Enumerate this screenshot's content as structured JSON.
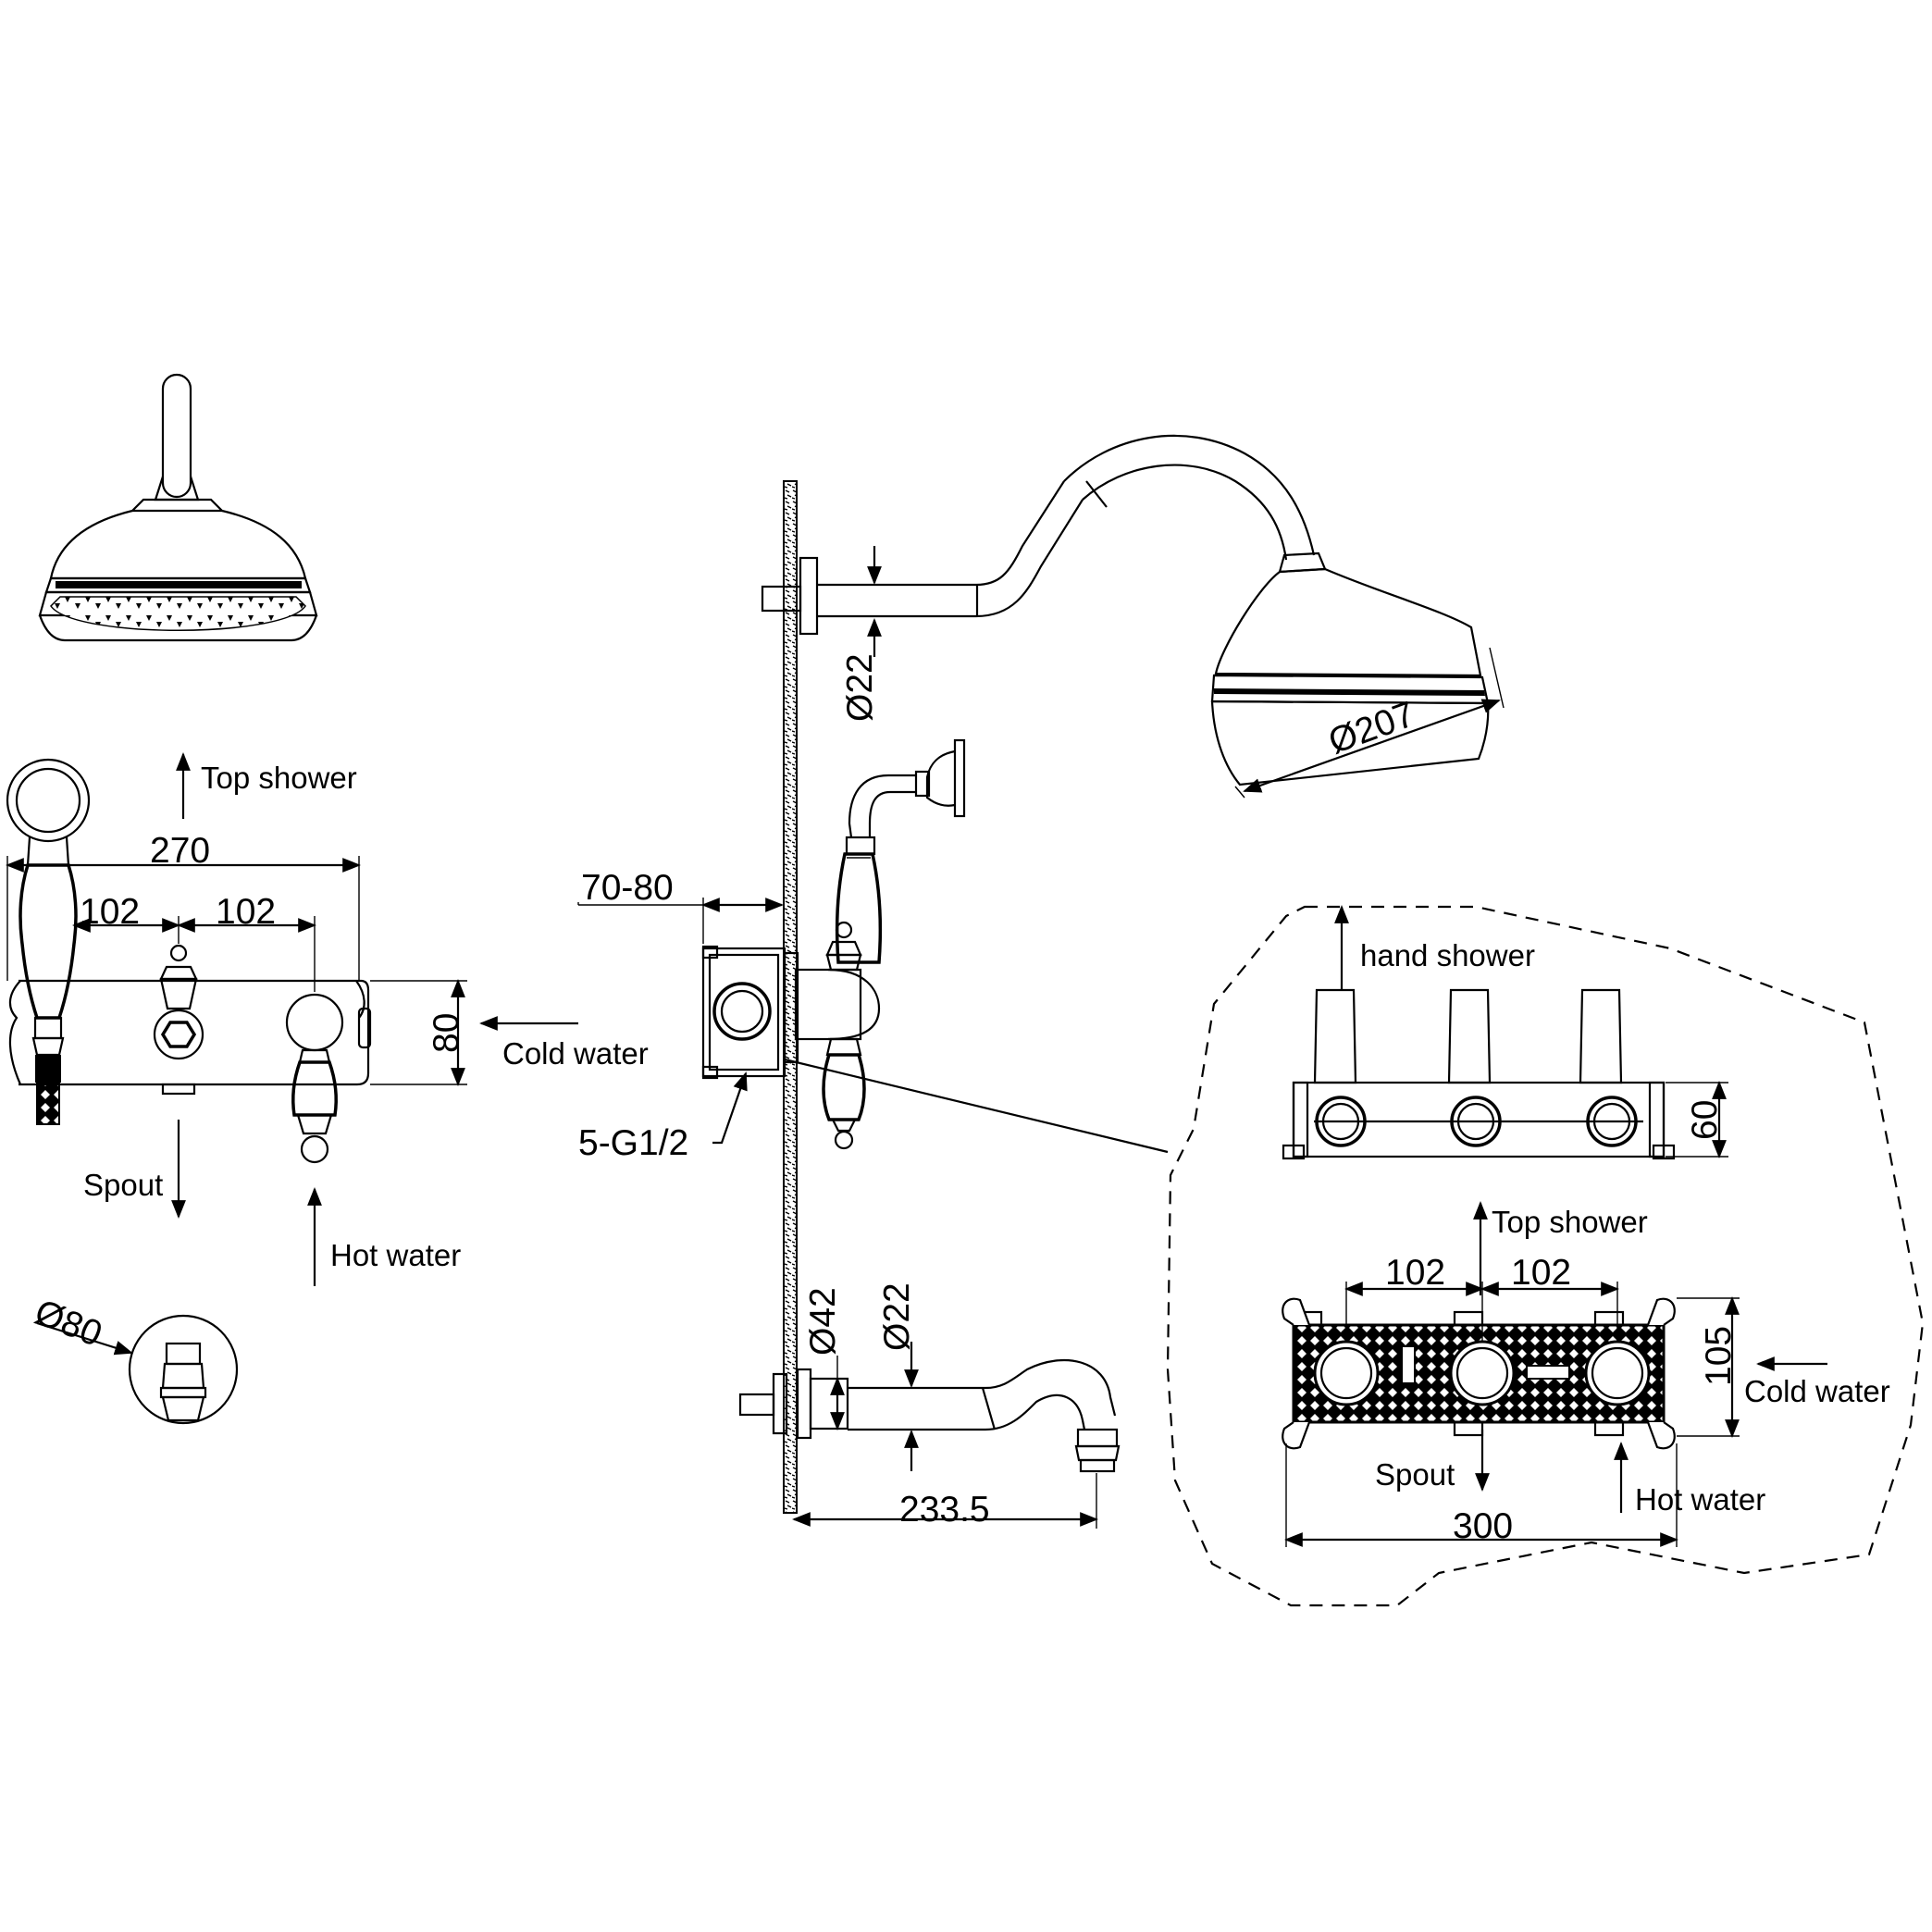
{
  "labels": {
    "top_shower_left": "Top shower",
    "cold_water_left": "Cold water",
    "spout_left": "Spout",
    "hot_water_left": "Hot water",
    "hand_shower": "hand shower",
    "top_shower_right": "Top shower",
    "cold_water_right": "Cold water",
    "spout_right": "Spout",
    "hot_water_right": "Hot water"
  },
  "dimensions": {
    "width_270": "270",
    "spacing_102_a": "102",
    "spacing_102_b": "102",
    "height_80": "80",
    "diameter_80": "Ø80",
    "wall_70_80": "70-80",
    "thread_5_g12": "5-G1/2",
    "diameter_22_arm": "Ø22",
    "diameter_207": "Ø207",
    "diameter_42": "Ø42",
    "diameter_22_spout": "Ø22",
    "spout_233_5": "233.5",
    "box_height_60": "60",
    "box_spacing_102_a": "102",
    "box_spacing_102_b": "102",
    "box_height_105": "105",
    "box_width_300": "300"
  }
}
